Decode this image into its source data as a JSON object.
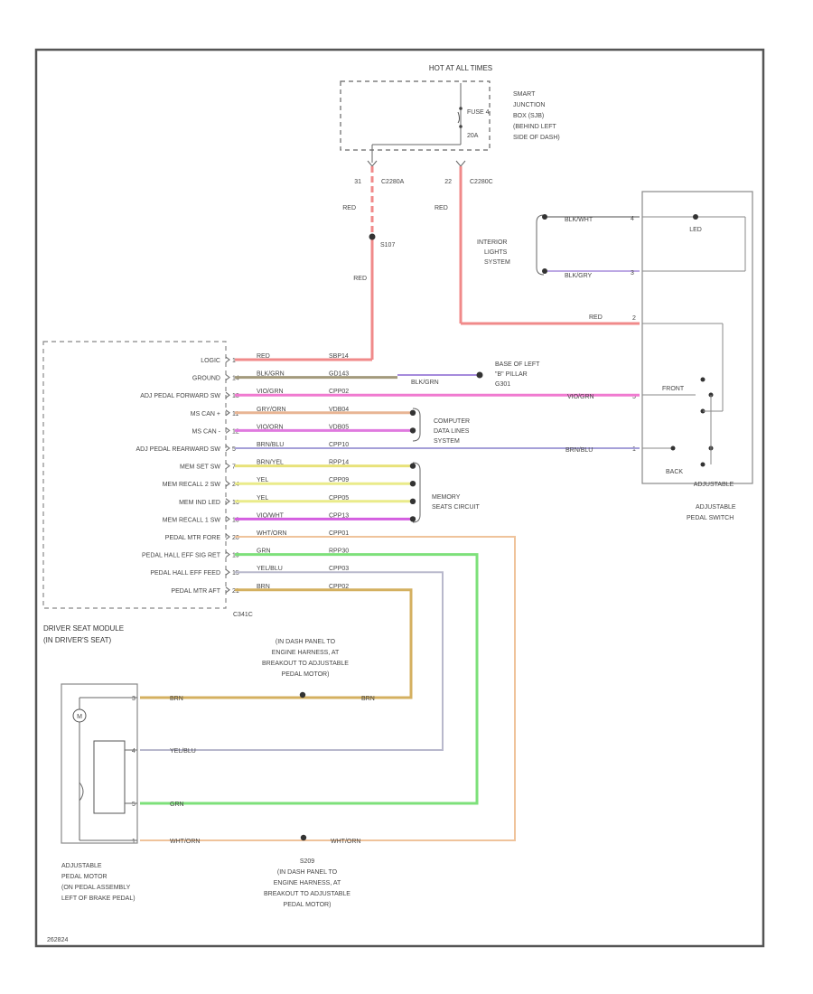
{
  "fuse_box": {
    "hot_label": "HOT AT ALL TIMES",
    "fuse_label": "FUSE 4",
    "amp_label": "20A",
    "location": [
      "SMART",
      "JUNCTION",
      "BOX (SJB)",
      "(BEHIND LEFT",
      "SIDE OF DASH)"
    ],
    "left_pin": "31",
    "left_conn": "C2280A",
    "right_pin": "22",
    "right_conn": "C2280C"
  },
  "splice": {
    "name": "S107",
    "wire_color": "RED"
  },
  "driver_module": {
    "name": [
      "DRIVER SEAT MODULE",
      "(IN DRIVER'S SEAT)"
    ],
    "connector": "C341C",
    "pins": [
      {
        "label": "LOGIC",
        "pin": "1",
        "wire": "RED",
        "circuit": "SBP14"
      },
      {
        "label": "GROUND",
        "pin": "14",
        "wire": "BLK/GRN",
        "circuit": "GD143"
      },
      {
        "label": "ADJ PEDAL FORWARD SW",
        "pin": "18",
        "wire": "VIO/GRN",
        "circuit": "CPP02"
      },
      {
        "label": "MS CAN +",
        "pin": "11",
        "wire": "GRY/ORN",
        "circuit": "VDB04"
      },
      {
        "label": "MS CAN -",
        "pin": "12",
        "wire": "VIO/ORN",
        "circuit": "VDB05"
      },
      {
        "label": "ADJ PEDAL REARWARD SW",
        "pin": "5",
        "wire": "BRN/BLU",
        "circuit": "CPP10"
      },
      {
        "label": "MEM SET SW",
        "pin": "7",
        "wire": "BRN/YEL",
        "circuit": "RPP14"
      },
      {
        "label": "MEM RECALL 2 SW",
        "pin": "24",
        "wire": "YEL",
        "circuit": "CPP09"
      },
      {
        "label": "MEM IND LED",
        "pin": "16",
        "wire": "YEL",
        "circuit": "CPP05"
      },
      {
        "label": "MEM RECALL 1 SW",
        "pin": "10",
        "wire": "VIO/WHT",
        "circuit": "CPP13"
      },
      {
        "label": "PEDAL MTR FORE",
        "pin": "20",
        "wire": "WHT/ORN",
        "circuit": "CPP01"
      },
      {
        "label": "PEDAL HALL EFF SIG RET",
        "pin": "19",
        "wire": "GRN",
        "circuit": "RPP30"
      },
      {
        "label": "PEDAL HALL EFF FEED",
        "pin": "15",
        "wire": "YEL/BLU",
        "circuit": "CPP03"
      },
      {
        "label": "PEDAL MTR AFT",
        "pin": "21",
        "wire": "BRN",
        "circuit": "CPP02"
      }
    ]
  },
  "ground": {
    "wire": "BLK/GRN",
    "location": [
      "BASE OF LEFT",
      "\"B\" PILLAR",
      "G301"
    ]
  },
  "computer_data_lines": [
    "COMPUTER",
    "DATA LINES",
    "SYSTEM"
  ],
  "memory_seats": [
    "MEMORY",
    "SEATS CIRCUIT"
  ],
  "interior_lights": [
    "INTERIOR",
    "LIGHTS",
    "SYSTEM"
  ],
  "pedal_switch": {
    "name": [
      "ADJUSTABLE",
      "PEDAL SWITCH"
    ],
    "front": "FRONT",
    "back": "BACK",
    "lamp_wire_1": "BLK/WHT",
    "lamp_wire_2": "BLK/GRY",
    "feed_wire": "RED",
    "feed_pin": "2",
    "fwd_wire": "VIO/GRN",
    "fwd_pin": "5",
    "rwd_wire": "BRN/BLU",
    "rwd_pin": "1",
    "pin_a": "4",
    "pin_b": "3",
    "lamp_label": "LED"
  },
  "motor": {
    "name": [
      "ADJUSTABLE",
      "PEDAL MOTOR",
      "(ON PEDAL ASSEMBLY",
      "LEFT OF BRAKE PEDAL)"
    ],
    "pins": [
      {
        "pin": "3",
        "wire": "BRN",
        "wire_right": "BRN"
      },
      {
        "pin": "4",
        "wire": "YEL/BLU"
      },
      {
        "pin": "5",
        "wire": "GRN"
      },
      {
        "pin": "1",
        "wire": "WHT/ORN",
        "wire_right": "WHT/ORN"
      }
    ],
    "m_label": "M"
  },
  "splice_top_note": [
    "(IN DASH PANEL TO",
    "ENGINE HARNESS, AT",
    "BREAKOUT TO ADJUSTABLE",
    "PEDAL MOTOR)"
  ],
  "splice_bottom": {
    "name": "S209",
    "note": [
      "(IN DASH PANEL TO",
      "ENGINE HARNESS, AT",
      "BREAKOUT TO ADJUSTABLE",
      "PEDAL MOTOR)"
    ]
  },
  "footer_code": "262824",
  "colors": {
    "red": "#f08a8a",
    "red_dark": "#e06a6a",
    "brown_green": "#a39a7c",
    "pink": "#f07ad0",
    "orange_gray": "#e8b594",
    "violet_orange": "#e07adf",
    "blue_brown": "#a5a0d8",
    "yellow": "#e8e27a",
    "yellow2": "#eaeb8a",
    "violet_white": "#d45ee0",
    "orange": "#efc39b",
    "green": "#7de07a",
    "gray_blue": "#b8b8cc",
    "brown": "#d4b060"
  }
}
